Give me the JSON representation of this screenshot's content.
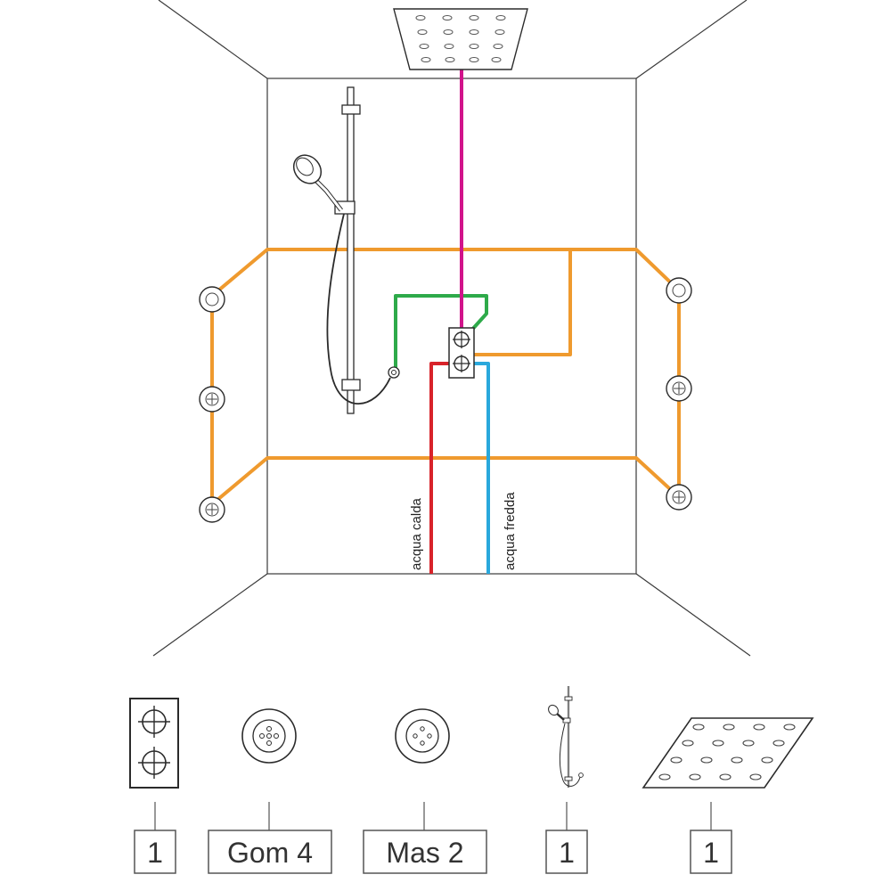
{
  "colors": {
    "hot": "#d8232a",
    "cold": "#2aa8dc",
    "jets": "#ef9a2e",
    "hand_shower": "#2eaa4a",
    "overhead": "#d1138a",
    "outline": "#2b2b2b"
  },
  "pipes": {
    "hot_label": "acqua calda",
    "cold_label": "acqua fredda"
  },
  "legend": [
    {
      "icon": "mixer-valve-icon",
      "quantity": "1"
    },
    {
      "icon": "body-jet-icon",
      "quantity": "Gom 4"
    },
    {
      "icon": "massage-jet-icon",
      "quantity": "Mas 2"
    },
    {
      "icon": "hand-shower-rail-icon",
      "quantity": "1"
    },
    {
      "icon": "overhead-shower-icon",
      "quantity": "1"
    }
  ]
}
